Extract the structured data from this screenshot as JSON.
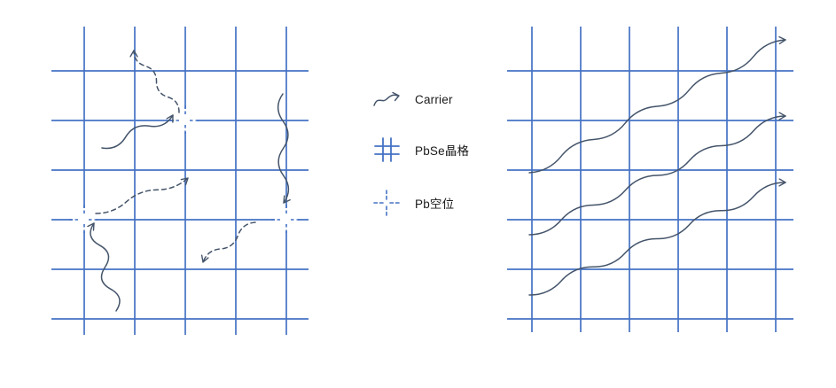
{
  "legend": {
    "items": [
      {
        "id": "carrier",
        "label": "Carrier"
      },
      {
        "id": "pbse-lattice",
        "label": "PbSe晶格"
      },
      {
        "id": "pb-vacancy",
        "label": "Pb空位"
      }
    ]
  },
  "colors": {
    "lattice_grid": "#4472C4",
    "carrier_path": "#44546A",
    "text": "#1a1a1a",
    "background": "#ffffff"
  }
}
